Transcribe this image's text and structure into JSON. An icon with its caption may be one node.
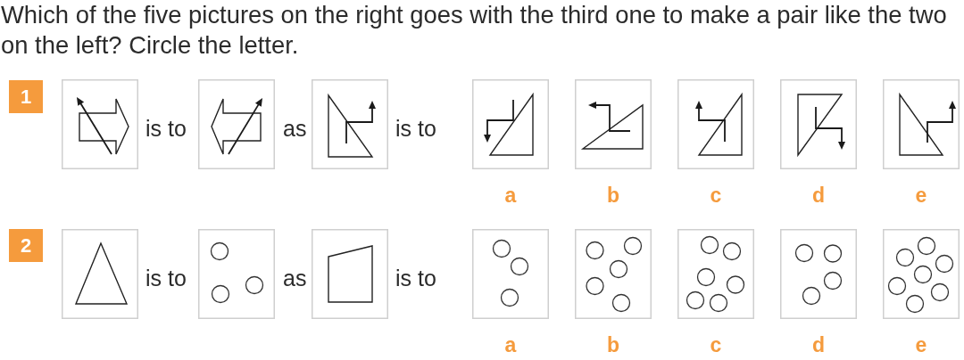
{
  "diagram": {
    "title": "Which of the five pictures on the right goes with the third one to make a pair like the two on the left? Circle the letter.",
    "nodes": [
      {
        "text": [
          "1"
        ]
      },
      {
        "text": [],
        "shape": "picture"
      },
      {
        "text": [],
        "shape": "picture"
      },
      {
        "text": [],
        "shape": "picture"
      },
      {
        "text": [],
        "shape": "picture",
        "beside": [
          "a"
        ]
      },
      {
        "text": [],
        "shape": "picture",
        "beside": [
          "b"
        ]
      },
      {
        "text": [],
        "shape": "picture",
        "beside": [
          "c"
        ]
      },
      {
        "text": [],
        "shape": "picture",
        "beside": [
          "d"
        ]
      },
      {
        "text": [],
        "shape": "picture",
        "beside": [
          "e"
        ]
      },
      {
        "text": [
          "2"
        ]
      },
      {
        "text": [],
        "shape": "picture"
      },
      {
        "text": [],
        "shape": "picture"
      },
      {
        "text": [],
        "shape": "picture"
      },
      {
        "text": [],
        "shape": "picture",
        "beside": [
          "a"
        ]
      },
      {
        "text": [],
        "shape": "picture",
        "beside": [
          "b"
        ]
      },
      {
        "text": [],
        "shape": "picture",
        "beside": [
          "c"
        ]
      },
      {
        "text": [],
        "shape": "picture",
        "beside": [
          "d"
        ]
      },
      {
        "text": [],
        "shape": "picture",
        "beside": [
          "e"
        ]
      }
    ],
    "labels": [
      "is to",
      "as",
      "is to",
      "is to",
      "as",
      "is to"
    ]
  }
}
